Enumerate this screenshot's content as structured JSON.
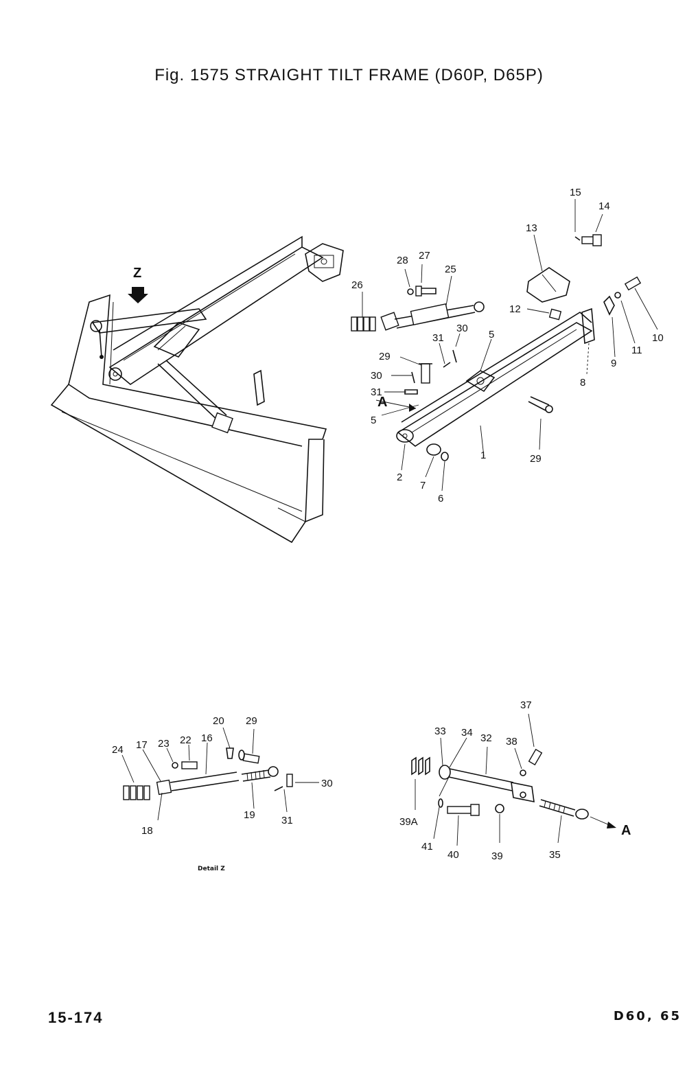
{
  "title": "Fig. 1575   STRAIGHT TILT FRAME   (D60P, D65P)",
  "page_number": "15-174",
  "model_code": "D60, 65",
  "detail_caption": "Detail  Z",
  "view_markers": {
    "z": "Z",
    "a": "A"
  },
  "main_labels": [
    "15",
    "14",
    "13",
    "28",
    "27",
    "25",
    "26",
    "12",
    "30",
    "31",
    "5",
    "29",
    "30",
    "31",
    "5",
    "9",
    "11",
    "10",
    "8",
    "2",
    "7",
    "6",
    "1",
    "29"
  ],
  "detail_z_labels": [
    "20",
    "29",
    "24",
    "17",
    "23",
    "22",
    "16",
    "18",
    "19",
    "31",
    "30"
  ],
  "detail_a_labels": [
    "37",
    "33",
    "34",
    "32",
    "38",
    "39A",
    "41",
    "40",
    "39",
    "35"
  ]
}
